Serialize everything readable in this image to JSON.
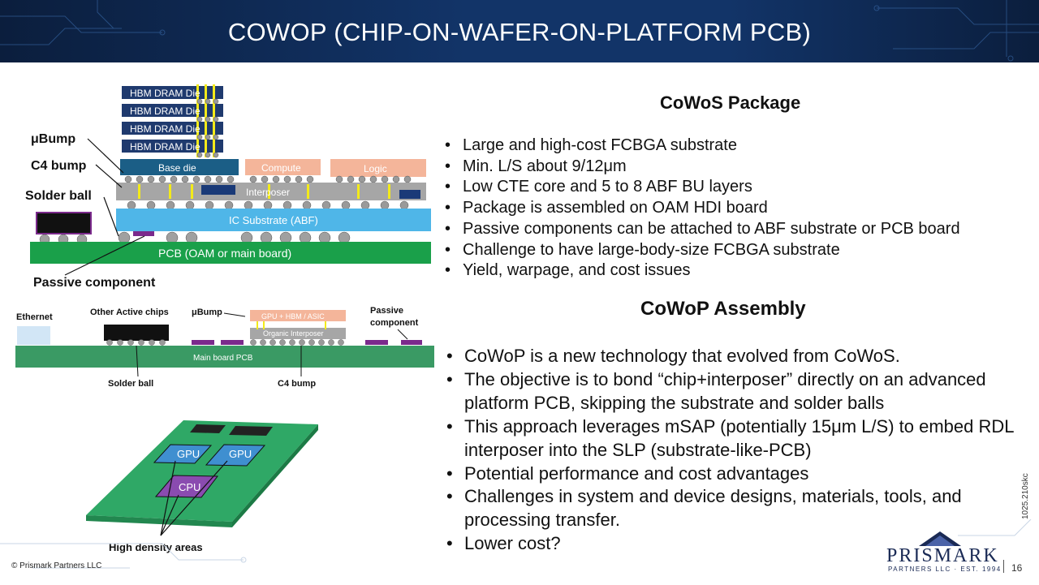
{
  "title": "COWOP (CHIP-ON-WAFER-ON-PLATFORM PCB)",
  "cowos": {
    "heading": "CoWoS Package",
    "bullets": [
      "Large and high-cost FCBGA substrate",
      "Min. L/S about 9/12μm",
      "Low CTE core and 5 to 8 ABF BU layers",
      "Package is assembled on OAM HDI board",
      "Passive components can be attached to ABF substrate or PCB board",
      "Challenge to have large-body-size FCBGA substrate",
      "Yield, warpage, and cost issues"
    ]
  },
  "cowop": {
    "heading": "CoWoP Assembly",
    "bullets": [
      "CoWoP is a new technology that evolved from CoWoS.",
      "The objective is to bond “chip+interposer” directly on an advanced platform PCB, skipping the substrate and solder balls",
      "This approach leverages mSAP (potentially 15μm L/S) to embed RDL interposer into the SLP (substrate-like-PCB)",
      "Potential performance and cost advantages",
      "Challenges in system and device designs, materials, tools, and processing transfer.",
      "Lower cost?"
    ]
  },
  "diagram1": {
    "hbm": [
      "HBM DRAM Die",
      "HBM DRAM Die",
      "HBM DRAM Die",
      "HBM DRAM Die"
    ],
    "base_die": "Base die",
    "compute": "Compute",
    "logic": "Logic",
    "interposer": "Interposer",
    "ic_substrate": "IC Substrate (ABF)",
    "pcb": "PCB  (OAM or main board)",
    "labels": {
      "ubump": "μBump",
      "c4": "C4 bump",
      "solder_ball": "Solder ball",
      "passive": "Passive component"
    }
  },
  "diagram2": {
    "ethernet": "Ethernet",
    "other_active": "Other Active chips",
    "ubump": "μBump",
    "gpu_hbm_asic": "GPU + HBM / ASIC",
    "organic_interposer": "Organic Interposer",
    "passive": "Passive component",
    "main_board": "Main board PCB",
    "solder_ball": "Solder ball",
    "c4": "C4 bump"
  },
  "diagram3": {
    "gpu1": "GPU",
    "gpu2": "GPU",
    "cpu": "CPU",
    "label": "High density areas"
  },
  "footer": {
    "copyright": "© Prismark Partners LLC",
    "page": "16",
    "code": "1025.210skc",
    "logo_name": "PRISMARK",
    "logo_sub": "PARTNERS LLC · EST. 1994"
  },
  "colors": {
    "header": "#123468",
    "hbm": "#1f3a6e",
    "base_die": "#1b5e86",
    "compute": "#f4b59a",
    "interposer": "#a6a6a6",
    "substrate": "#4fb6e8",
    "pcb": "#1aa04a",
    "mainboard": "#3a9a64",
    "passive": "#7b2a8c",
    "gpu": "#3f8fd0",
    "cpu": "#8a4bb0"
  }
}
